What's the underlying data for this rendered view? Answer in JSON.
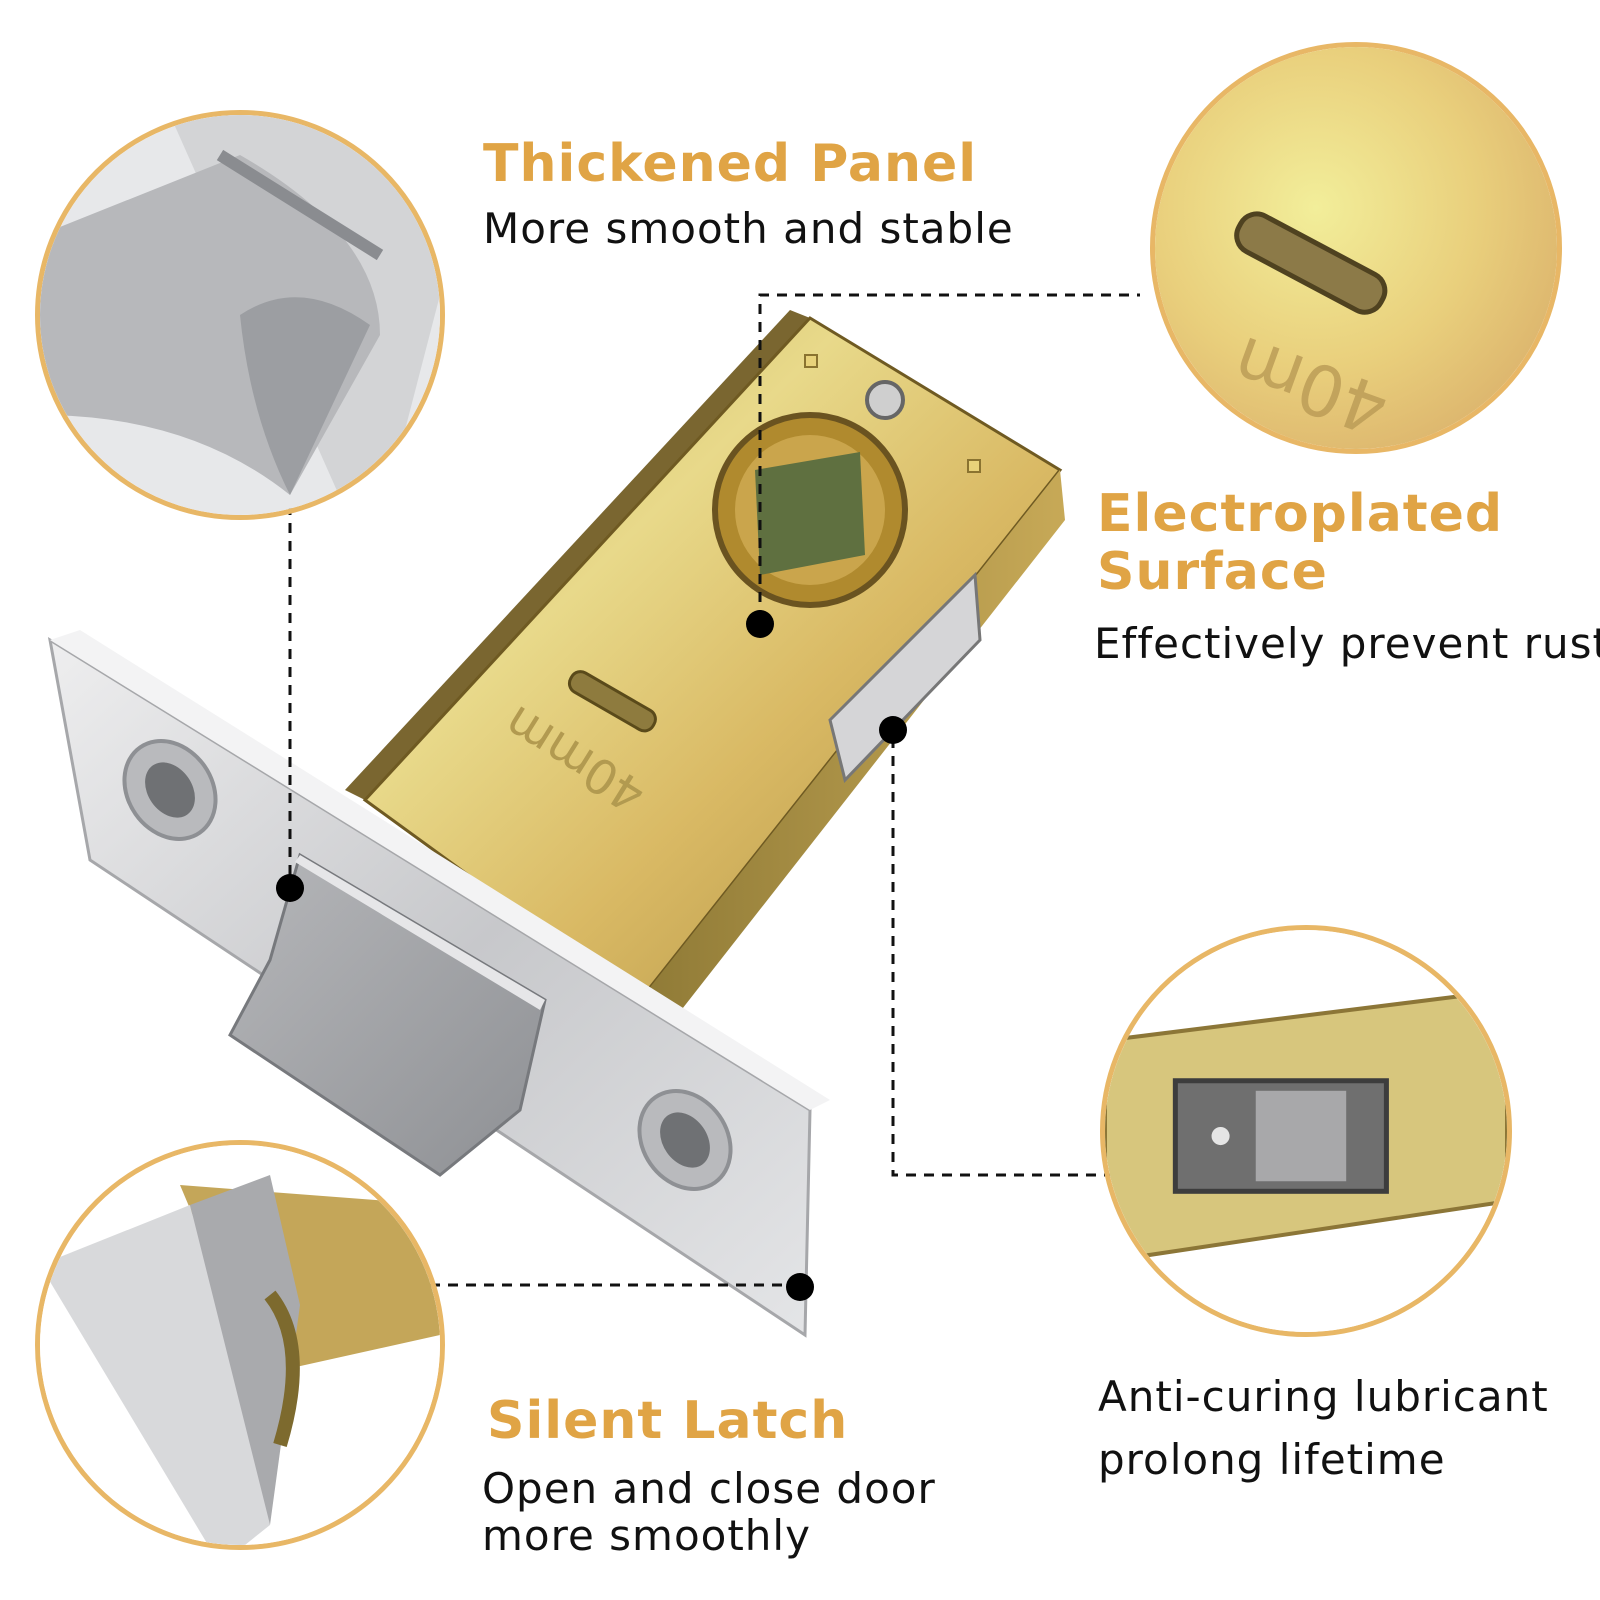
{
  "features": [
    {
      "title": "Thickened Panel",
      "subtitle": "More smooth and stable"
    },
    {
      "title": "Electroplated Surface",
      "subtitle": "Effectively prevent rust"
    },
    {
      "title": "Silent Latch",
      "subtitle": "Open and close door more smoothly"
    },
    {
      "title": "",
      "subtitle": "Anti-curing lubricant prolong lifetime"
    }
  ],
  "product": {
    "engraving": "40mm"
  },
  "colors": {
    "accent": "#e0a445",
    "ring": "#e8b766",
    "text": "#111111",
    "zinc_yellow": "#d8c16a",
    "steel": "#c8c9cc"
  }
}
